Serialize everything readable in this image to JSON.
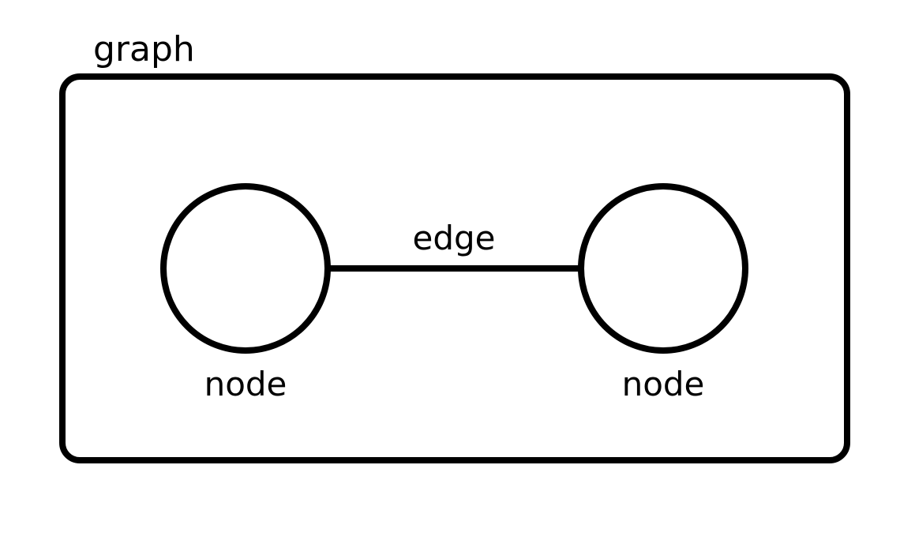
{
  "diagram": {
    "graph_label": "graph",
    "edge_label": "edge",
    "nodes": [
      {
        "label": "node"
      },
      {
        "label": "node"
      }
    ],
    "stroke_color": "#000000",
    "background_color": "#ffffff"
  }
}
